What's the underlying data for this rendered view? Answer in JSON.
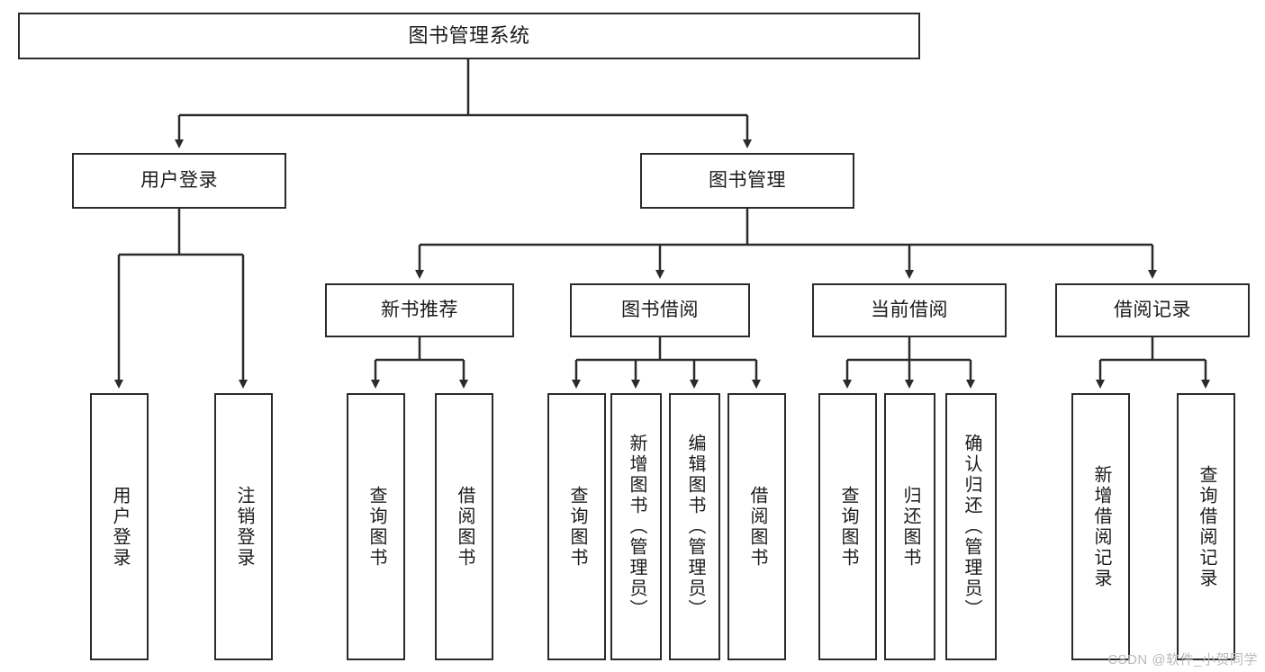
{
  "diagram": {
    "type": "tree",
    "title": "图书管理系统",
    "watermark": "CSDN @软件_小贺同学",
    "colors": {
      "background": "#ffffff",
      "stroke": "#2b2b2b",
      "text": "#1b1b1b",
      "watermark": "#b9b9b9"
    },
    "root": {
      "label": "图书管理系统"
    },
    "level1": [
      {
        "label": "用户登录"
      },
      {
        "label": "图书管理"
      }
    ],
    "level2": [
      {
        "label": "新书推荐"
      },
      {
        "label": "图书借阅"
      },
      {
        "label": "当前借阅"
      },
      {
        "label": "借阅记录"
      }
    ],
    "leaves": {
      "user_login": [
        {
          "label": "用户登录"
        },
        {
          "label": "注销登录"
        }
      ],
      "new_book_recommend": [
        {
          "label": "查询图书"
        },
        {
          "label": "借阅图书"
        }
      ],
      "book_borrow": [
        {
          "label": "查询图书"
        },
        {
          "label": "新增图书（管理员）"
        },
        {
          "label": "编辑图书（管理员）"
        },
        {
          "label": "借阅图书"
        }
      ],
      "current_borrow": [
        {
          "label": "查询图书"
        },
        {
          "label": "归还图书"
        },
        {
          "label": "确认归还（管理员）"
        }
      ],
      "borrow_record": [
        {
          "label": "新增借阅记录"
        },
        {
          "label": "查询借阅记录"
        }
      ]
    }
  }
}
